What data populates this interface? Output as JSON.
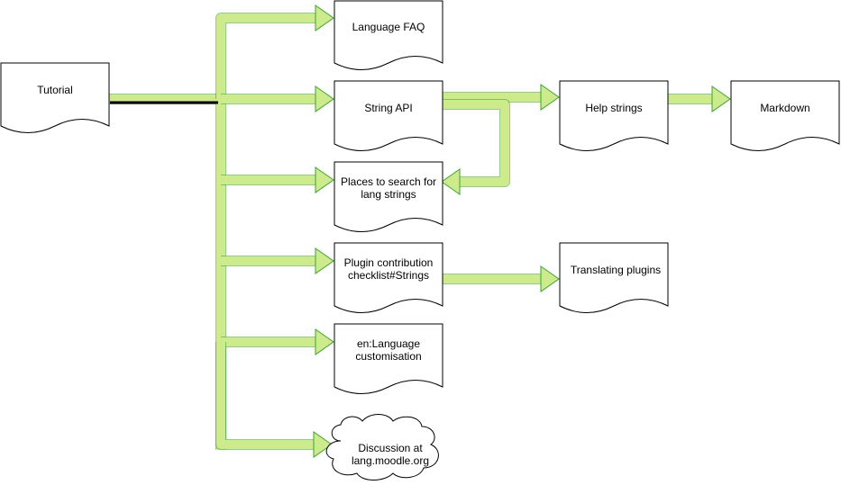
{
  "nodes": {
    "tutorial": "Tutorial",
    "language_faq": "Language FAQ",
    "string_api": "String API",
    "places_to_search": [
      "Places to search for",
      "lang strings"
    ],
    "plugin_contribution": [
      "Plugin contribution",
      "checklist#Strings"
    ],
    "language_customisation": [
      "en:Language",
      "customisation"
    ],
    "discussion": [
      "Discussion at",
      "lang.moodle.org"
    ],
    "help_strings": "Help strings",
    "markdown": "Markdown",
    "translating_plugins": "Translating plugins"
  },
  "colors": {
    "arrow_fill": "#cdeb8b",
    "arrow_border": "#36a631",
    "node_fill": "#ffffff",
    "node_stroke": "#000000"
  }
}
